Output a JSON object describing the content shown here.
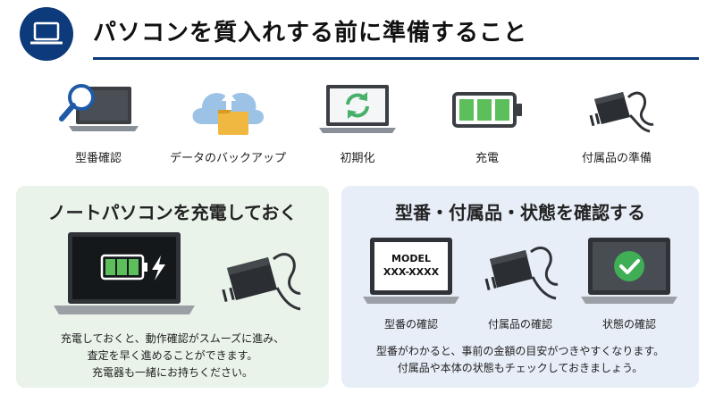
{
  "header": {
    "title": "パソコンを質入れする前に準備すること",
    "icon": "laptop-icon",
    "accent_color": "#0d3a7a"
  },
  "steps": [
    {
      "label": "型番確認",
      "icon": "laptop-magnifier-icon"
    },
    {
      "label": "データのバックアップ",
      "icon": "cloud-upload-folder-icon"
    },
    {
      "label": "初期化",
      "icon": "laptop-refresh-icon"
    },
    {
      "label": "充電",
      "icon": "battery-full-icon"
    },
    {
      "label": "付属品の準備",
      "icon": "ac-adapter-icon"
    }
  ],
  "panel_left": {
    "title": "ノートパソコンを充電しておく",
    "lines": [
      "充電しておくと、動作確認がスムーズに進み、",
      "査定を早く進めることができます。",
      "充電器も一緒にお持ちください。"
    ],
    "icons": [
      "laptop-charging-icon",
      "ac-adapter-icon"
    ],
    "background": "#e9f3ea"
  },
  "panel_right": {
    "title": "型番・付属品・状態を確認する",
    "items": [
      {
        "label": "型番の確認",
        "screen_line1": "MODEL",
        "screen_line2": "XXX-XXXX",
        "icon": "laptop-model-icon"
      },
      {
        "label": "付属品の確認",
        "icon": "ac-adapter-icon"
      },
      {
        "label": "状態の確認",
        "icon": "laptop-checkmark-icon"
      }
    ],
    "lines": [
      "型番がわかると、事前の金額の目安がつきやすくなります。",
      "付属品や本体の状態もチェックしておきましょう。"
    ],
    "background": "#e8eef8"
  },
  "colors": {
    "battery_green": "#5cbf5c",
    "check_green": "#3fae55",
    "cloud_blue": "#9cc3e6",
    "folder_yellow": "#f0b840",
    "refresh_green": "#47b06a",
    "magnifier_blue": "#1f5aa6"
  }
}
